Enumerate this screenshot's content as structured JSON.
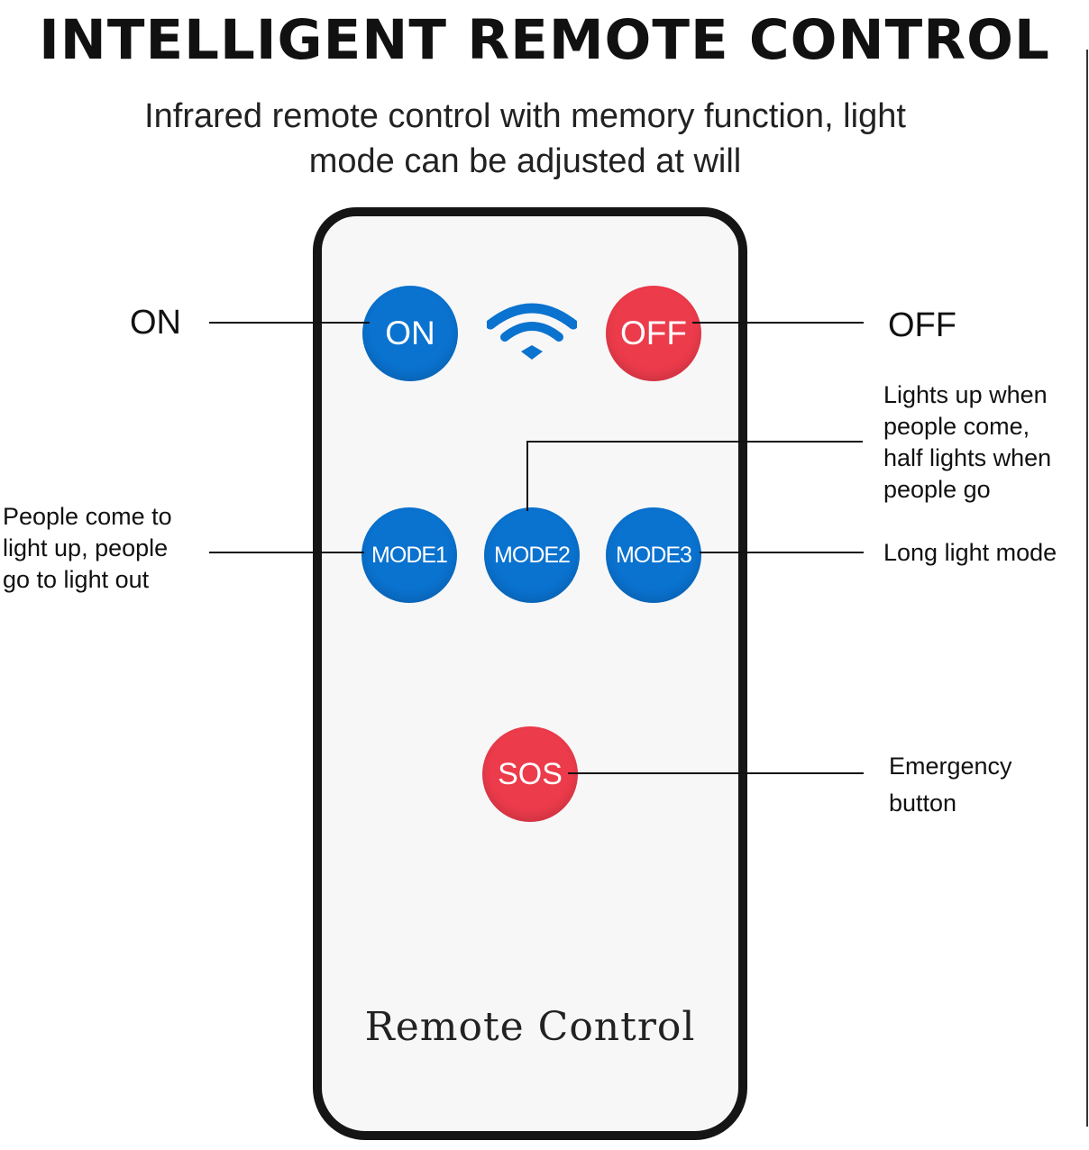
{
  "header": {
    "title": "INTELLIGENT REMOTE CONTROL",
    "subtitle_line1": "Infrared remote control with memory function, light",
    "subtitle_line2": "mode can be adjusted at will"
  },
  "remote": {
    "buttons": {
      "on": "ON",
      "off": "OFF",
      "mode1": "MODE1",
      "mode2": "MODE2",
      "mode3": "MODE3",
      "sos": "SOS"
    },
    "wifi_icon": "wifi-icon",
    "label": "Remote Control"
  },
  "callouts": {
    "on": "ON",
    "off": "OFF",
    "mode1": [
      "People come to",
      "light up, people",
      "go to light out"
    ],
    "mode2": [
      "Lights up when",
      "people come,",
      "half lights when",
      "people go"
    ],
    "mode3": "Long light mode",
    "sos": [
      "Emergency",
      "button"
    ]
  },
  "colors": {
    "blue_button": "#0a72cf",
    "red_button": "#ec3b4b",
    "remote_border": "#151515"
  }
}
